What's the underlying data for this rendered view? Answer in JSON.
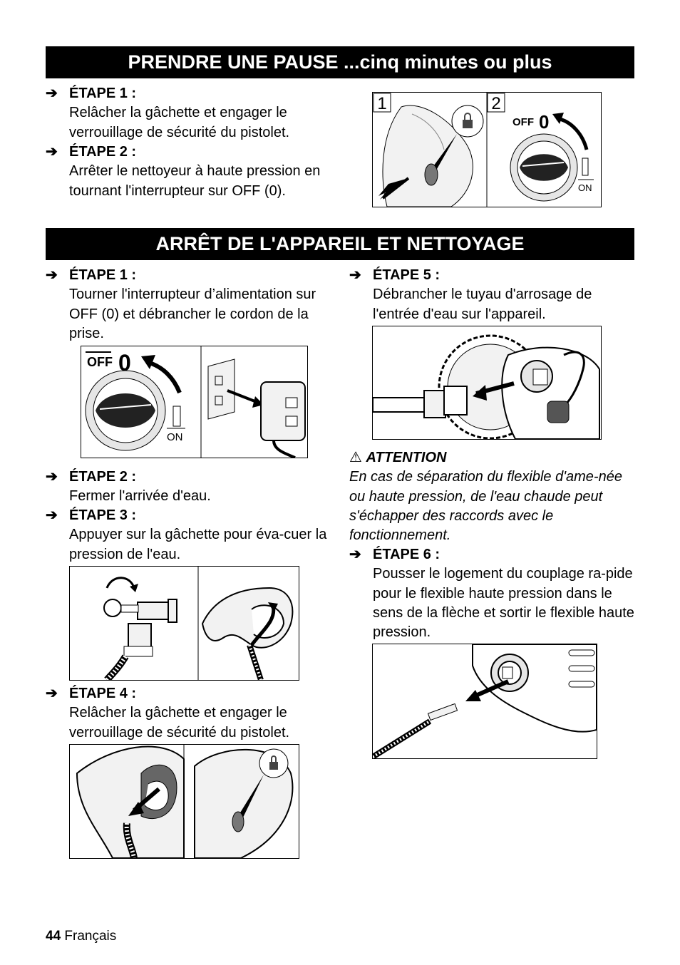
{
  "section1": {
    "title": "PRENDRE UNE PAUSE ...cinq minutes ou plus",
    "steps": [
      {
        "label": "ÉTAPE 1 :",
        "text": "Relâcher la gâchette et engager le verrouillage de sécurité du pistolet."
      },
      {
        "label": "ÉTAPE 2 :",
        "text": "Arrêter le nettoyeur à haute pression en tournant l'interrupteur sur OFF (0)."
      }
    ],
    "figure": {
      "panel1": "1",
      "panel2": "2",
      "off": "OFF",
      "zero": "0",
      "on": "ON"
    }
  },
  "section2": {
    "title": "ARRÊT DE L'APPAREIL ET NETTOYAGE",
    "steps": [
      {
        "label": "ÉTAPE 1 :",
        "text": "Tourner l'interrupteur d’alimentation sur OFF (0) et débrancher le cordon de la prise."
      },
      {
        "label": "ÉTAPE 2 :",
        "text": "Fermer l'arrivée d'eau."
      },
      {
        "label": "ÉTAPE 3 :",
        "text": "Appuyer sur la gâchette pour éva-cuer la pression de l'eau."
      },
      {
        "label": "ÉTAPE 4 :",
        "text": "Relâcher la gâchette et engager le verrouillage de sécurité du pistolet."
      },
      {
        "label": "ÉTAPE 5 :",
        "text": "Débrancher le tuyau d'arrosage de l'entrée d'eau sur l'appareil."
      },
      {
        "label": "ÉTAPE 6 :",
        "text": "Pousser le logement du couplage ra-pide pour le flexible haute pression dans le sens de la flèche et sortir le flexible haute pression."
      }
    ],
    "figure": {
      "off": "OFF",
      "zero": "0",
      "on": "ON"
    }
  },
  "attention": {
    "symbol": "⚠",
    "title": "ATTENTION",
    "text": "En cas de séparation du flexible d'ame-née ou haute pression, de l'eau chaude peut s'échapper des raccords avec le fonctionnement."
  },
  "footer": {
    "page": "44",
    "language": "Français"
  },
  "icons": {
    "step_arrow": "arrow-right-icon"
  }
}
